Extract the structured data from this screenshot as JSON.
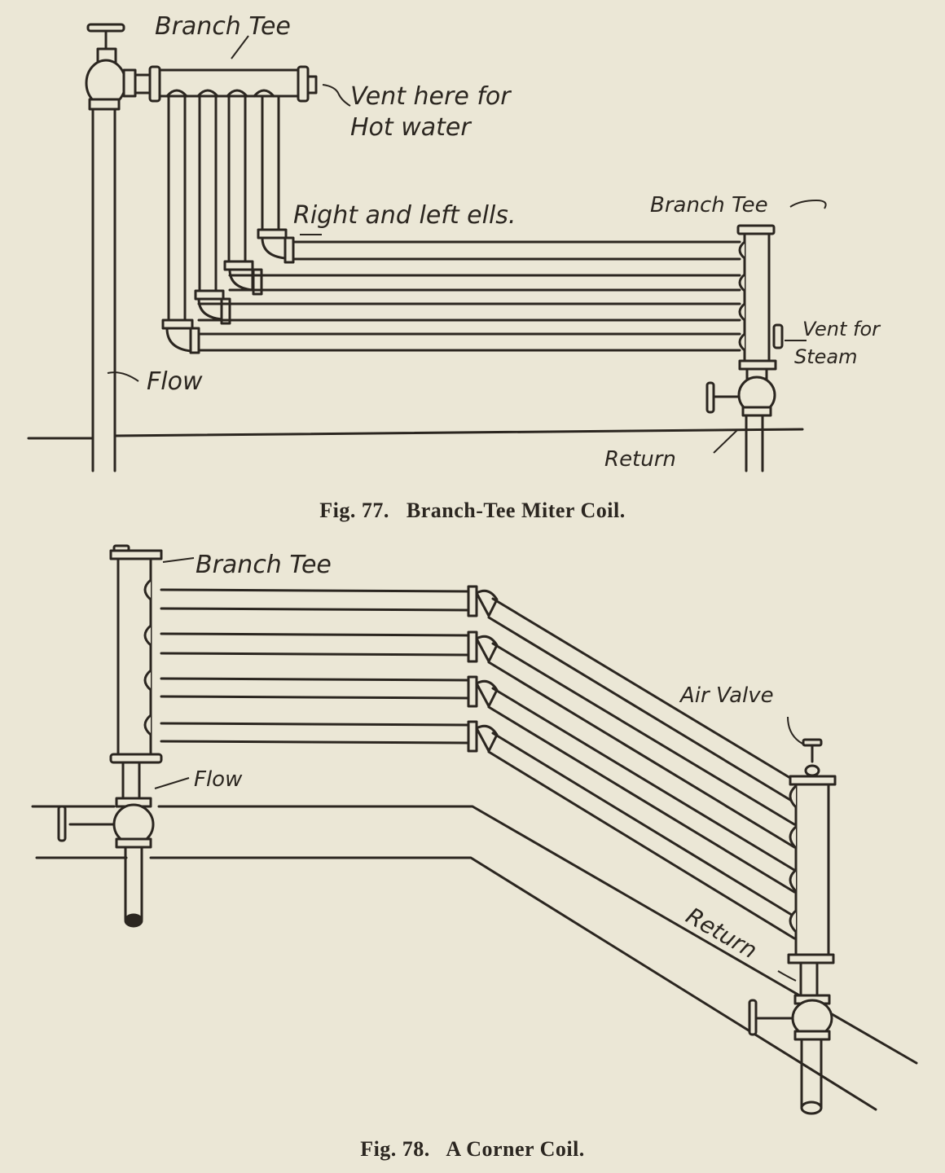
{
  "figures": [
    {
      "caption": "Fig. 77.   Branch-Tee Miter Coil.",
      "labels": {
        "branch_tee_top": "Branch Tee",
        "vent_hot_water_1": "Vent here for",
        "vent_hot_water_2": "Hot water",
        "right_left_ells": "Right and left ells.",
        "branch_tee_right": "Branch Tee",
        "vent_steam_1": "Vent for",
        "vent_steam_2": "Steam",
        "flow": "Flow",
        "return": "Return"
      },
      "pipe_count": 4
    },
    {
      "caption": "Fig. 78.   A Corner Coil.",
      "labels": {
        "branch_tee": "Branch Tee",
        "flow": "Flow",
        "air_valve": "Air Valve",
        "return": "Return"
      },
      "pipe_count": 4
    }
  ],
  "colors": {
    "paper": "#ebe7d6",
    "ink": "#2b2620"
  }
}
